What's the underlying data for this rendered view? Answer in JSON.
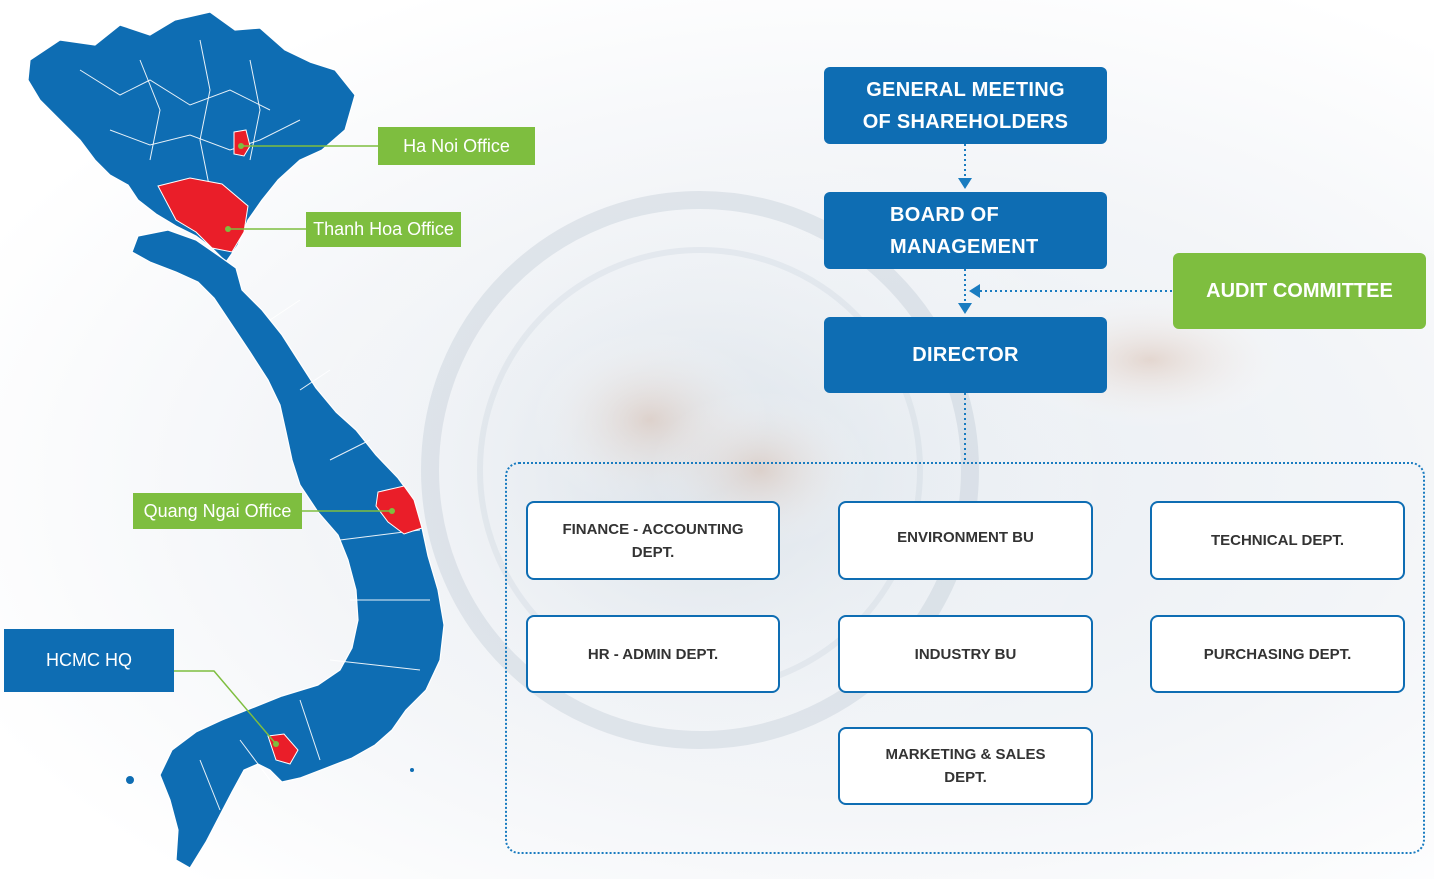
{
  "colors": {
    "primary_blue": "#0e6db3",
    "accent_green": "#7ebe3f",
    "highlight_red": "#ea1e29",
    "map_border": "#ffffff"
  },
  "map": {
    "offices": [
      {
        "label": "Ha Noi Office"
      },
      {
        "label": "Thanh Hoa Office"
      },
      {
        "label": "Quang Ngai Office"
      },
      {
        "label": "HCMC HQ"
      }
    ]
  },
  "org": {
    "shareholders": "GENERAL MEETING\nOF SHAREHOLDERS",
    "board": "BOARD OF\nMANAGEMENT",
    "audit": "AUDIT COMMITTEE",
    "director": "DIRECTOR",
    "departments": [
      "FINANCE - ACCOUNTING\nDEPT.",
      "ENVIRONMENT BU",
      "TECHNICAL DEPT.",
      "HR - ADMIN DEPT.",
      "INDUSTRY BU",
      "PURCHASING DEPT.",
      "MARKETING & SALES\nDEPT."
    ]
  }
}
